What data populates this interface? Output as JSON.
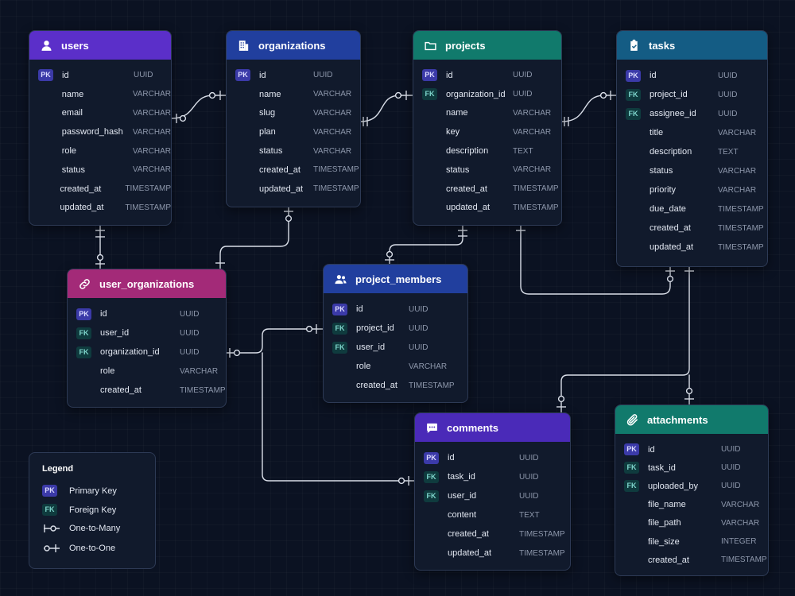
{
  "colors": {
    "background": "#0b1222",
    "card": "#111a2c",
    "users_header": "#5b2fc9",
    "organizations_header": "#213f9e",
    "projects_header": "#117a6c",
    "tasks_header": "#145c84",
    "user_organizations_header": "#a32a78",
    "project_members_header": "#213f9e",
    "comments_header": "#4a2ab8",
    "attachments_header": "#117a6c",
    "pk_badge": "#3b3aa8",
    "fk_badge": "#0f3b3e",
    "connector": "#d9dee8"
  },
  "tables": {
    "users": {
      "title": "users",
      "icon": "user-icon",
      "fields": [
        {
          "key": "PK",
          "name": "id",
          "type": "UUID"
        },
        {
          "key": "",
          "name": "name",
          "type": "VARCHAR"
        },
        {
          "key": "",
          "name": "email",
          "type": "VARCHAR"
        },
        {
          "key": "",
          "name": "password_hash",
          "type": "VARCHAR"
        },
        {
          "key": "",
          "name": "role",
          "type": "VARCHAR"
        },
        {
          "key": "",
          "name": "status",
          "type": "VARCHAR"
        },
        {
          "key": "",
          "name": "created_at",
          "type": "TIMESTAMP"
        },
        {
          "key": "",
          "name": "updated_at",
          "type": "TIMESTAMP"
        }
      ]
    },
    "organizations": {
      "title": "organizations",
      "icon": "building-icon",
      "fields": [
        {
          "key": "PK",
          "name": "id",
          "type": "UUID"
        },
        {
          "key": "",
          "name": "name",
          "type": "VARCHAR"
        },
        {
          "key": "",
          "name": "slug",
          "type": "VARCHAR"
        },
        {
          "key": "",
          "name": "plan",
          "type": "VARCHAR"
        },
        {
          "key": "",
          "name": "status",
          "type": "VARCHAR"
        },
        {
          "key": "",
          "name": "created_at",
          "type": "TIMESTAMP"
        },
        {
          "key": "",
          "name": "updated_at",
          "type": "TIMESTAMP"
        }
      ]
    },
    "projects": {
      "title": "projects",
      "icon": "folder-icon",
      "fields": [
        {
          "key": "PK",
          "name": "id",
          "type": "UUID"
        },
        {
          "key": "FK",
          "name": "organization_id",
          "type": "UUID"
        },
        {
          "key": "",
          "name": "name",
          "type": "VARCHAR"
        },
        {
          "key": "",
          "name": "key",
          "type": "VARCHAR"
        },
        {
          "key": "",
          "name": "description",
          "type": "TEXT"
        },
        {
          "key": "",
          "name": "status",
          "type": "VARCHAR"
        },
        {
          "key": "",
          "name": "created_at",
          "type": "TIMESTAMP"
        },
        {
          "key": "",
          "name": "updated_at",
          "type": "TIMESTAMP"
        }
      ]
    },
    "tasks": {
      "title": "tasks",
      "icon": "clipboard-check-icon",
      "fields": [
        {
          "key": "PK",
          "name": "id",
          "type": "UUID"
        },
        {
          "key": "FK",
          "name": "project_id",
          "type": "UUID"
        },
        {
          "key": "FK",
          "name": "assignee_id",
          "type": "UUID"
        },
        {
          "key": "",
          "name": "title",
          "type": "VARCHAR"
        },
        {
          "key": "",
          "name": "description",
          "type": "TEXT"
        },
        {
          "key": "",
          "name": "status",
          "type": "VARCHAR"
        },
        {
          "key": "",
          "name": "priority",
          "type": "VARCHAR"
        },
        {
          "key": "",
          "name": "due_date",
          "type": "TIMESTAMP"
        },
        {
          "key": "",
          "name": "created_at",
          "type": "TIMESTAMP"
        },
        {
          "key": "",
          "name": "updated_at",
          "type": "TIMESTAMP"
        }
      ]
    },
    "user_organizations": {
      "title": "user_organizations",
      "icon": "link-icon",
      "fields": [
        {
          "key": "PK",
          "name": "id",
          "type": "UUID"
        },
        {
          "key": "FK",
          "name": "user_id",
          "type": "UUID"
        },
        {
          "key": "FK",
          "name": "organization_id",
          "type": "UUID"
        },
        {
          "key": "",
          "name": "role",
          "type": "VARCHAR"
        },
        {
          "key": "",
          "name": "created_at",
          "type": "TIMESTAMP"
        }
      ]
    },
    "project_members": {
      "title": "project_members",
      "icon": "users-icon",
      "fields": [
        {
          "key": "PK",
          "name": "id",
          "type": "UUID"
        },
        {
          "key": "FK",
          "name": "project_id",
          "type": "UUID"
        },
        {
          "key": "FK",
          "name": "user_id",
          "type": "UUID"
        },
        {
          "key": "",
          "name": "role",
          "type": "VARCHAR"
        },
        {
          "key": "",
          "name": "created_at",
          "type": "TIMESTAMP"
        }
      ]
    },
    "comments": {
      "title": "comments",
      "icon": "chat-bubble-icon",
      "fields": [
        {
          "key": "PK",
          "name": "id",
          "type": "UUID"
        },
        {
          "key": "FK",
          "name": "task_id",
          "type": "UUID"
        },
        {
          "key": "FK",
          "name": "user_id",
          "type": "UUID"
        },
        {
          "key": "",
          "name": "content",
          "type": "TEXT"
        },
        {
          "key": "",
          "name": "created_at",
          "type": "TIMESTAMP"
        },
        {
          "key": "",
          "name": "updated_at",
          "type": "TIMESTAMP"
        }
      ]
    },
    "attachments": {
      "title": "attachments",
      "icon": "paperclip-icon",
      "fields": [
        {
          "key": "PK",
          "name": "id",
          "type": "UUID"
        },
        {
          "key": "FK",
          "name": "task_id",
          "type": "UUID"
        },
        {
          "key": "FK",
          "name": "uploaded_by",
          "type": "UUID"
        },
        {
          "key": "",
          "name": "file_name",
          "type": "VARCHAR"
        },
        {
          "key": "",
          "name": "file_path",
          "type": "VARCHAR"
        },
        {
          "key": "",
          "name": "file_size",
          "type": "INTEGER"
        },
        {
          "key": "",
          "name": "created_at",
          "type": "TIMESTAMP"
        }
      ]
    }
  },
  "legend": {
    "title": "Legend",
    "primary_key_badge": "PK",
    "primary_key_label": "Primary Key",
    "foreign_key_badge": "FK",
    "foreign_key_label": "Foreign Key",
    "one_to_many_label": "One-to-Many",
    "one_to_one_label": "One-to-One"
  }
}
